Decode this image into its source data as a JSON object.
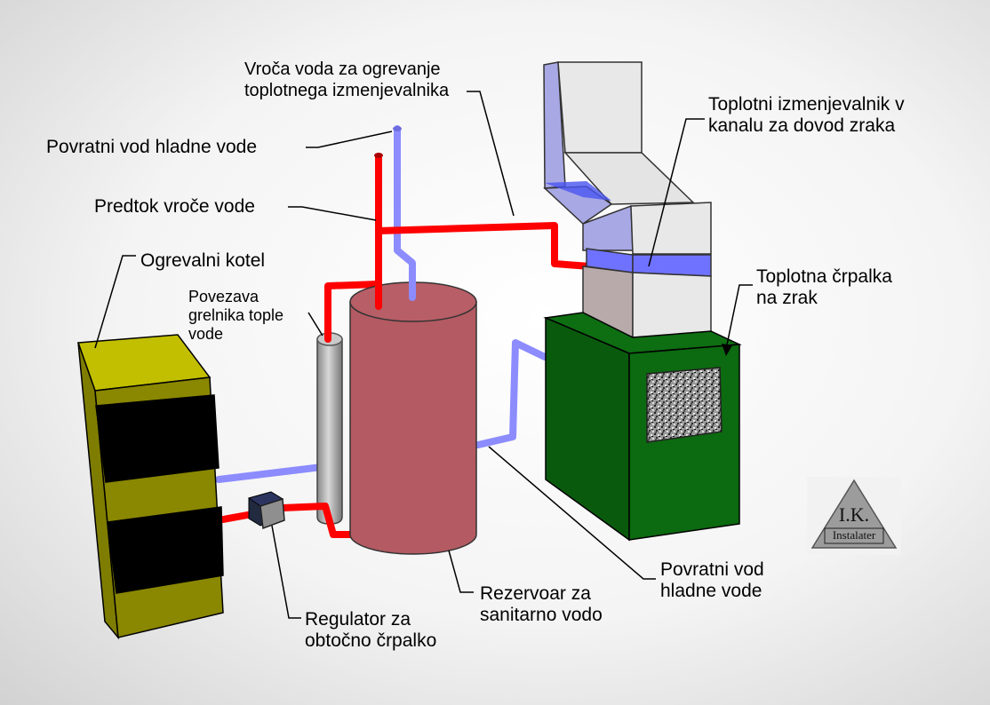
{
  "labels": {
    "hot_water_heat_exchanger": "Vroča voda za ogrevanje\ntoplotnega izmenjevalnika",
    "return_cold_top": "Povratni vod hladne vode",
    "hot_flow": "Predtok vroče vode",
    "boiler": "Ogrevalni kotel",
    "heater_connection": "Povezava\ngrelnika tople\nvode",
    "duct_heat_exchanger": "Toplotni izmenjevalnik v\nkanalu za dovod zraka",
    "heat_pump": "Toplotna črpalka\nna zrak",
    "return_cold_bottom": "Povratni vod\nhladne vode",
    "tank": "Rezervoar za\nsanitarno vodo",
    "pump_regulator": "Regulator za\nobtočno črpalko"
  },
  "logo": {
    "initials": "I.K.",
    "name": "Instalater"
  },
  "colors": {
    "hot_pipe": "#ff0000",
    "cold_pipe": "#8c8cff",
    "tank": "#b35a62",
    "boiler": "#c2bf00",
    "heat_pump": "#0e6e12",
    "duct": "#e6e6e6",
    "coil": "#6f72ff"
  }
}
